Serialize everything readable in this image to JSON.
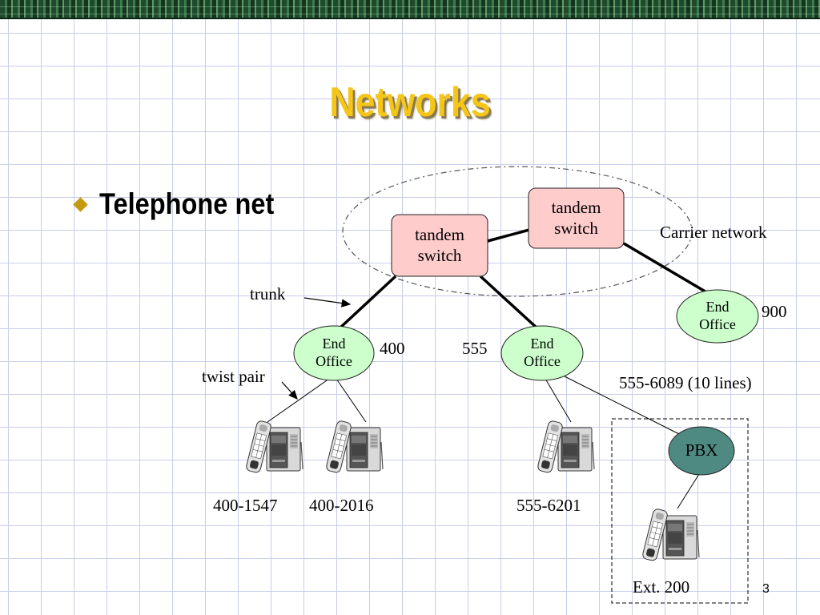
{
  "slide": {
    "title": "Networks",
    "bullet": "Telephone net",
    "page_number": "3"
  },
  "diagram": {
    "tandem_switch_left": {
      "line1": "tandem",
      "line2": "switch"
    },
    "tandem_switch_right": {
      "line1": "tandem",
      "line2": "switch"
    },
    "end_office_400": {
      "line1": "End",
      "line2": "Office",
      "code": "400"
    },
    "end_office_555": {
      "line1": "End",
      "line2": "Office",
      "code": "555"
    },
    "end_office_900": {
      "line1": "End",
      "line2": "Office",
      "code": "900"
    },
    "pbx": {
      "label": "PBX"
    },
    "labels": {
      "carrier_network": "Carrier network",
      "trunk": "trunk",
      "twist_pair": "twist pair",
      "pbx_line": "555-6089 (10 lines)",
      "phone_1": "400-1547",
      "phone_2": "400-2016",
      "phone_3": "555-6201",
      "phone_4": "Ext. 200"
    },
    "colors": {
      "title": "#f5c518",
      "switch_fill": "#ffcccc",
      "office_fill": "#ccffcc",
      "pbx_fill": "#4f8a82"
    }
  }
}
